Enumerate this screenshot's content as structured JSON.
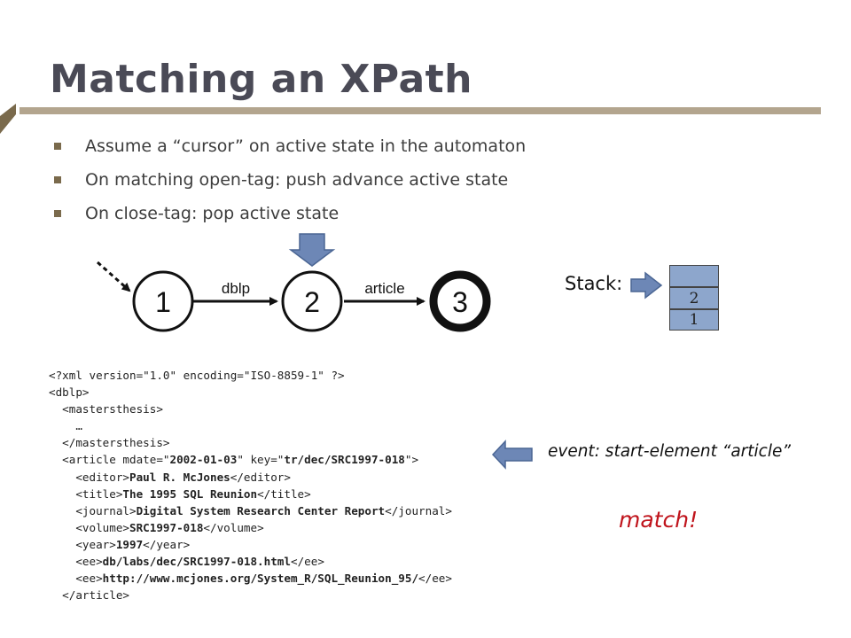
{
  "slide": {
    "title": "Matching an XPath",
    "bullets": [
      "Assume a “cursor” on active state in the automaton",
      "On matching open-tag:  push advance active state",
      "On close-tag:  pop active state"
    ]
  },
  "automaton": {
    "states": [
      "1",
      "2",
      "3"
    ],
    "edges": [
      {
        "from": "1",
        "to": "2",
        "label": "dblp"
      },
      {
        "from": "2",
        "to": "3",
        "label": "article"
      }
    ],
    "cursor_state": "2",
    "final_state": "3"
  },
  "stack": {
    "label": "Stack:",
    "cells": [
      "",
      "2",
      "1"
    ]
  },
  "xml": {
    "lines": [
      {
        "pre": "<?xml version=\"1.0\" encoding=\"ISO-8859-1\" ?>",
        "val": "",
        "post": ""
      },
      {
        "pre": "<dblp>",
        "val": "",
        "post": ""
      },
      {
        "pre": "  <mastersthesis>",
        "val": "",
        "post": ""
      },
      {
        "pre": "    …",
        "val": "",
        "post": ""
      },
      {
        "pre": "  </mastersthesis>",
        "val": "",
        "post": ""
      },
      {
        "pre": "  <article mdate=\"",
        "val": "2002-01-03",
        "post": "\" key=\"",
        "val2": "tr/dec/SRC1997-018",
        "post2": "\">"
      },
      {
        "pre": "    <editor>",
        "val": "Paul R. McJones",
        "post": "</editor>"
      },
      {
        "pre": "    <title>",
        "val": "The 1995 SQL Reunion",
        "post": "</title>"
      },
      {
        "pre": "    <journal>",
        "val": "Digital System Research Center Report",
        "post": "</journal>"
      },
      {
        "pre": "    <volume>",
        "val": "SRC1997-018",
        "post": "</volume>"
      },
      {
        "pre": "    <year>",
        "val": "1997",
        "post": "</year>"
      },
      {
        "pre": "    <ee>",
        "val": "db/labs/dec/SRC1997-018.html",
        "post": "</ee>"
      },
      {
        "pre": "    <ee>",
        "val": "http://www.mcjones.org/System_R/SQL_Reunion_95/",
        "post": "</ee>"
      },
      {
        "pre": "  </article>",
        "val": "",
        "post": ""
      }
    ]
  },
  "event_text": "event:  start-element “article”",
  "match_text": "match!",
  "colors": {
    "title": "#4a4a56",
    "rule": "#b3a58e",
    "bullet": "#7a6a4c",
    "arrow_fill": "#6d87b6",
    "stack_fill": "#8da6cc",
    "match": "#c0141c"
  }
}
